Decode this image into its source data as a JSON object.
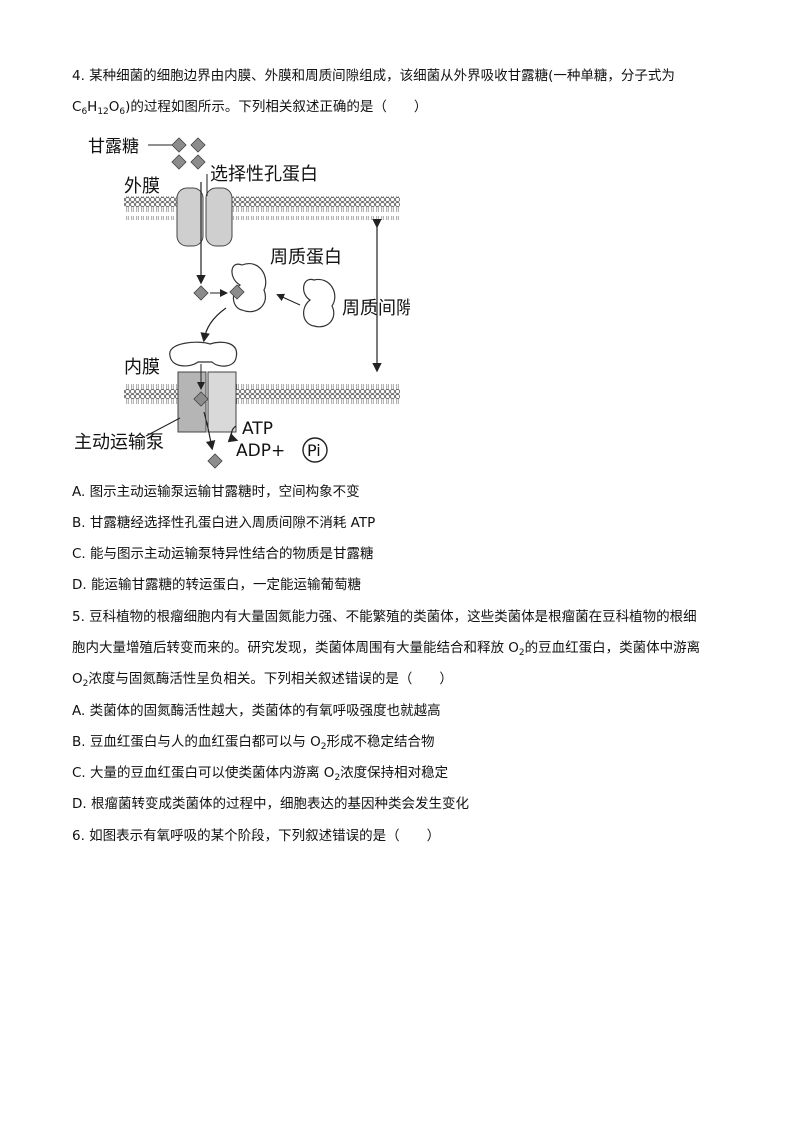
{
  "q4": {
    "line1": "4. 某种细菌的细胞边界由内膜、外膜和周质间隙组成，该细菌从外界吸收甘露糖(一种单糖，分子式为",
    "formula_c": "C",
    "formula_c_sub": "6",
    "formula_h": "H",
    "formula_h_sub": "12",
    "formula_o": "O",
    "formula_o_sub": "6",
    "line2_rest": ")的过程如图所示。下列相关叙述正确的是（　　）",
    "figure": {
      "mannose": "甘露糖",
      "outer_membrane": "外膜",
      "pore_protein": "选择性孔蛋白",
      "periplasmic_protein": "周质蛋白",
      "periplasmic_space": "周质间隙",
      "inner_membrane": "内膜",
      "pump": "主动运输泵",
      "atp": "ATP",
      "adp": "ADP+",
      "pi": "Pi"
    },
    "options": [
      "A.  图示主动运输泵运输甘露糖时，空间构象不变",
      "B.  甘露糖经选择性孔蛋白进入周质间隙不消耗 ATP",
      "C.  能与图示主动运输泵特异性结合的物质是甘露糖",
      "D.  能运输甘露糖的转运蛋白，一定能运输葡萄糖"
    ]
  },
  "q5": {
    "line1": "5. 豆科植物的根瘤细胞内有大量固氮能力强、不能繁殖的类菌体，这些类菌体是根瘤菌在豆科植物的根细",
    "line2a": "胞内大量增殖后转变而来的。研究发现，类菌体周围有大量能结合和释放 O",
    "line2_sub": "2",
    "line2b": "的豆血红蛋白，类菌体中游离",
    "line3a": "O",
    "line3_sub": "2",
    "line3b": "浓度与固氮酶活性呈负相关。下列相关叙述错误的是（　　）",
    "optA": "A.  类菌体的固氮酶活性越大，类菌体的有氧呼吸强度也就越高",
    "optB_a": "B.  豆血红蛋白与人的血红蛋白都可以与 O",
    "optB_sub": "2",
    "optB_b": "形成不稳定结合物",
    "optC_a": "C.  大量的豆血红蛋白可以使类菌体内游离 O",
    "optC_sub": "2",
    "optC_b": "浓度保持相对稳定",
    "optD": "D.  根瘤菌转变成类菌体的过程中，细胞表达的基因种类会发生变化"
  },
  "q6": {
    "line1": "6. 如图表示有氧呼吸的某个阶段，下列叙述错误的是（　　）"
  }
}
